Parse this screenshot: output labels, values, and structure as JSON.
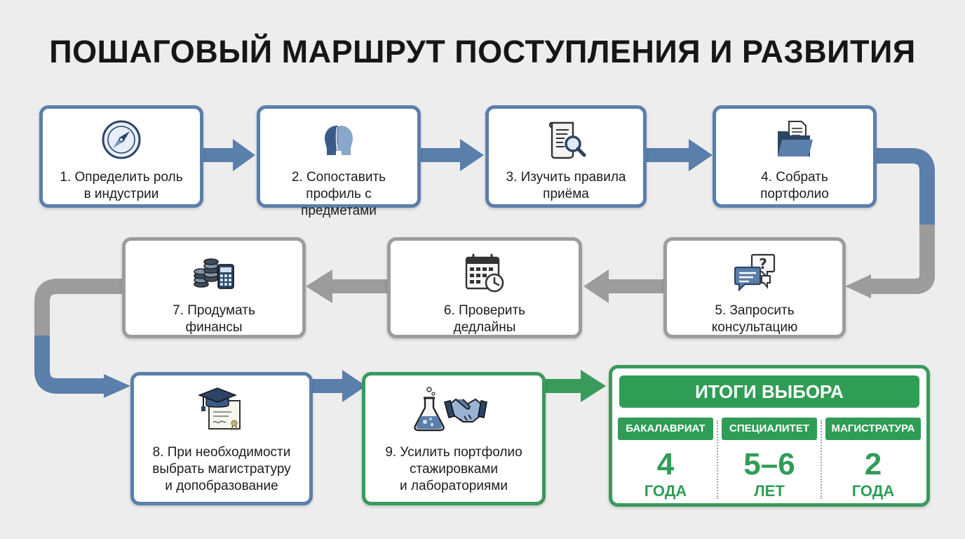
{
  "title": "ПОШАГОВЫЙ МАРШРУТ ПОСТУПЛЕНИЯ И РАЗВИТИЯ",
  "steps": [
    {
      "lines": [
        "1. Определить роль",
        "в индустрии"
      ],
      "icon": "compass-icon"
    },
    {
      "lines": [
        "2. Сопоставить",
        "профиль с предметами"
      ],
      "icon": "profiles-icon"
    },
    {
      "lines": [
        "3. Изучить правила",
        "приёма"
      ],
      "icon": "document-search-icon"
    },
    {
      "lines": [
        "4. Собрать",
        "портфолио"
      ],
      "icon": "folder-icon"
    },
    {
      "lines": [
        "5. Запросить",
        "консультацию"
      ],
      "icon": "chat-question-icon"
    },
    {
      "lines": [
        "6. Проверить",
        "дедлайны"
      ],
      "icon": "calendar-clock-icon"
    },
    {
      "lines": [
        "7. Продумать",
        "финансы"
      ],
      "icon": "coins-calculator-icon"
    },
    {
      "lines": [
        "8. При необходимости",
        "выбрать магистратуру",
        "и допобразование"
      ],
      "icon": "graduation-diploma-icon"
    },
    {
      "lines": [
        "9. Усилить портфолио",
        "стажировками",
        "и лабораториями"
      ],
      "icon": "flask-handshake-icon"
    }
  ],
  "summary": {
    "title": "ИТОГИ ВЫБОРА",
    "columns": [
      {
        "name": "БАКАЛАВРИАТ",
        "value": "4",
        "unit": "ГОДА"
      },
      {
        "name": "СПЕЦИАЛИТЕТ",
        "value": "5–6",
        "unit": "ЛЕТ"
      },
      {
        "name": "МАГИСТРАТУРА",
        "value": "2",
        "unit": "ГОДА"
      }
    ]
  },
  "colors": {
    "blue": "#5b7fab",
    "gray": "#9c9c9c",
    "green": "#3a9a5c",
    "green_fill": "#2f9d55",
    "background": "#ededed"
  }
}
